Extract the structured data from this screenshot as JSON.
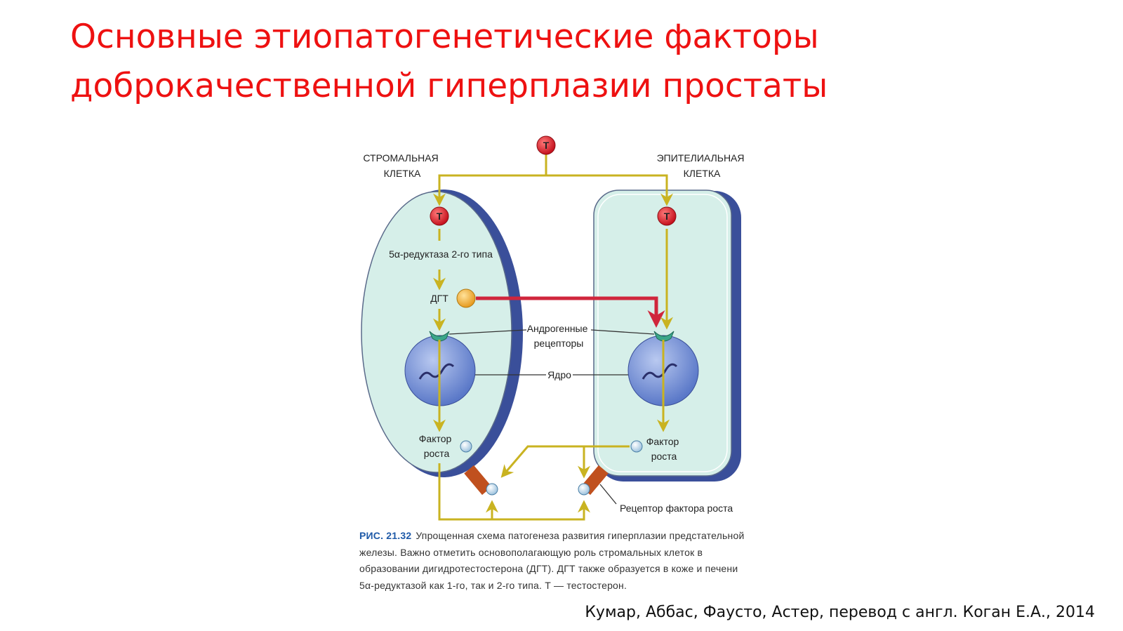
{
  "slide": {
    "title_line1": "Основные этиопатогенетические факторы",
    "title_line2": "доброкачественной гиперплазии простаты"
  },
  "diagram": {
    "testosterone_symbol": "Т",
    "stromal_cell_label": [
      "СТРОМАЛЬНАЯ",
      "КЛЕТКА"
    ],
    "epithelial_cell_label": [
      "ЭПИТЕЛИАЛЬНАЯ",
      "КЛЕТКА"
    ],
    "reductase_label": "5α-редуктаза 2-го типа",
    "dht_label": "ДГТ",
    "androgen_receptors_label": [
      "Андрогенные",
      "рецепторы"
    ],
    "nucleus_label": "Ядро",
    "growth_factor_left": [
      "Фактор",
      "роста"
    ],
    "growth_factor_right": [
      "Фактор",
      "роста"
    ],
    "growth_factor_receptor_label": "Рецептор фактора роста"
  },
  "caption": {
    "figure_number": "РИС. 21.32",
    "text": "Упрощенная схема патогенеза развития гиперплазии предстательной железы. Важно отметить основополагающую роль стромальных клеток в образовании дигидротестостерона (ДГТ). ДГТ также образуется в коже и печени 5α-редуктазой как 1-го, так и 2-го типа. Т — тестостерон."
  },
  "source": "Кумар, Аббас, Фаусто, Астер, перевод с англ. Коган Е.А., 2014",
  "colors": {
    "title": "#ee1111",
    "cell_fill": "#d6efe9",
    "cell_shadow": "#3a4f9a",
    "nucleus": "#6f8fd6",
    "arrow_yellow": "#c9b321",
    "arrow_red": "#d0263c",
    "dht_ball": "#f2b53a",
    "receptor_brown": "#c0501e"
  }
}
